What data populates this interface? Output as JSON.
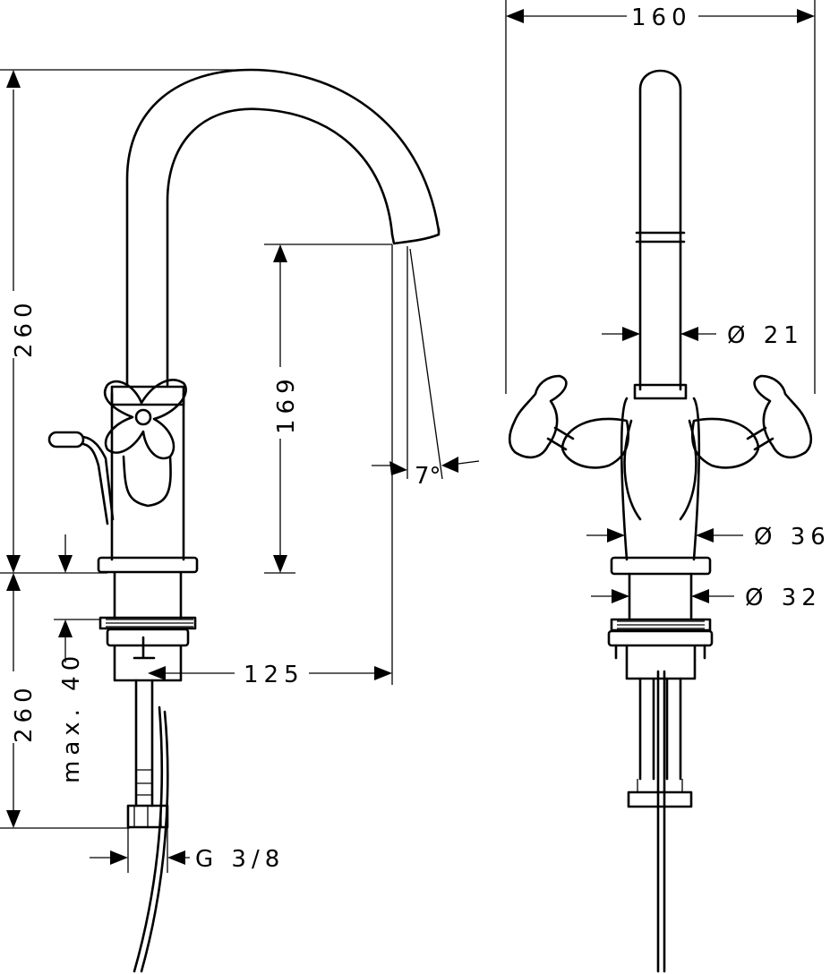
{
  "dimensions": {
    "top_width": "160",
    "height_upper": "260",
    "height_lower": "260",
    "spout_height": "169",
    "spout_angle": "7°",
    "reach": "125",
    "max_deck": "max. 40",
    "thread": "G 3/8",
    "dia_spout": "Ø 21",
    "dia_body": "Ø 36",
    "dia_shank": "Ø 32"
  }
}
